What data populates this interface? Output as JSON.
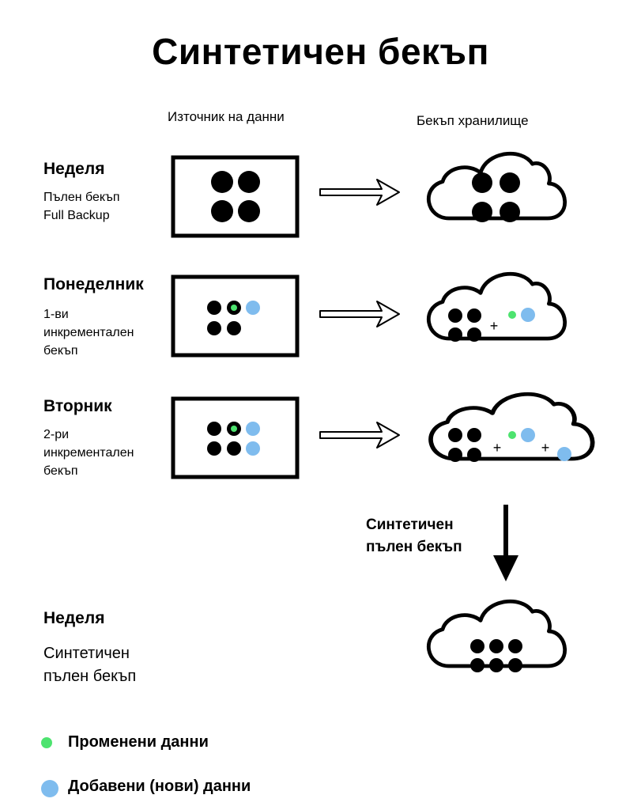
{
  "title": "Синтетичен бекъп",
  "columns": {
    "source": "Източник на данни",
    "storage": "Бекъп хранилище"
  },
  "rows": [
    {
      "day": "Неделя",
      "lines": [
        "Пълен бекъп",
        "Full Backup"
      ]
    },
    {
      "day": "Понеделник",
      "lines": [
        "1-ви",
        "инкрементален",
        "бекъп"
      ]
    },
    {
      "day": "Вторник",
      "lines": [
        "2-ри",
        "инкрементален",
        "бекъп"
      ]
    }
  ],
  "synthetic_step": {
    "lines": [
      "Синтетичен",
      "пълен бекъп"
    ]
  },
  "final": {
    "day": "Неделя",
    "lines": [
      "Синтетичен",
      "пълен бекъп"
    ]
  },
  "plus_sign": "+",
  "legend": [
    {
      "label": "Променени данни",
      "color": "#4de36f",
      "icon": "green-dot-icon"
    },
    {
      "label": "Добавени (нови) данни",
      "color": "#7fbcee",
      "icon": "blue-dot-icon"
    }
  ],
  "colors": {
    "data_block": "#000000",
    "changed": "#4de36f",
    "added": "#7fbcee",
    "stroke": "#000000"
  }
}
